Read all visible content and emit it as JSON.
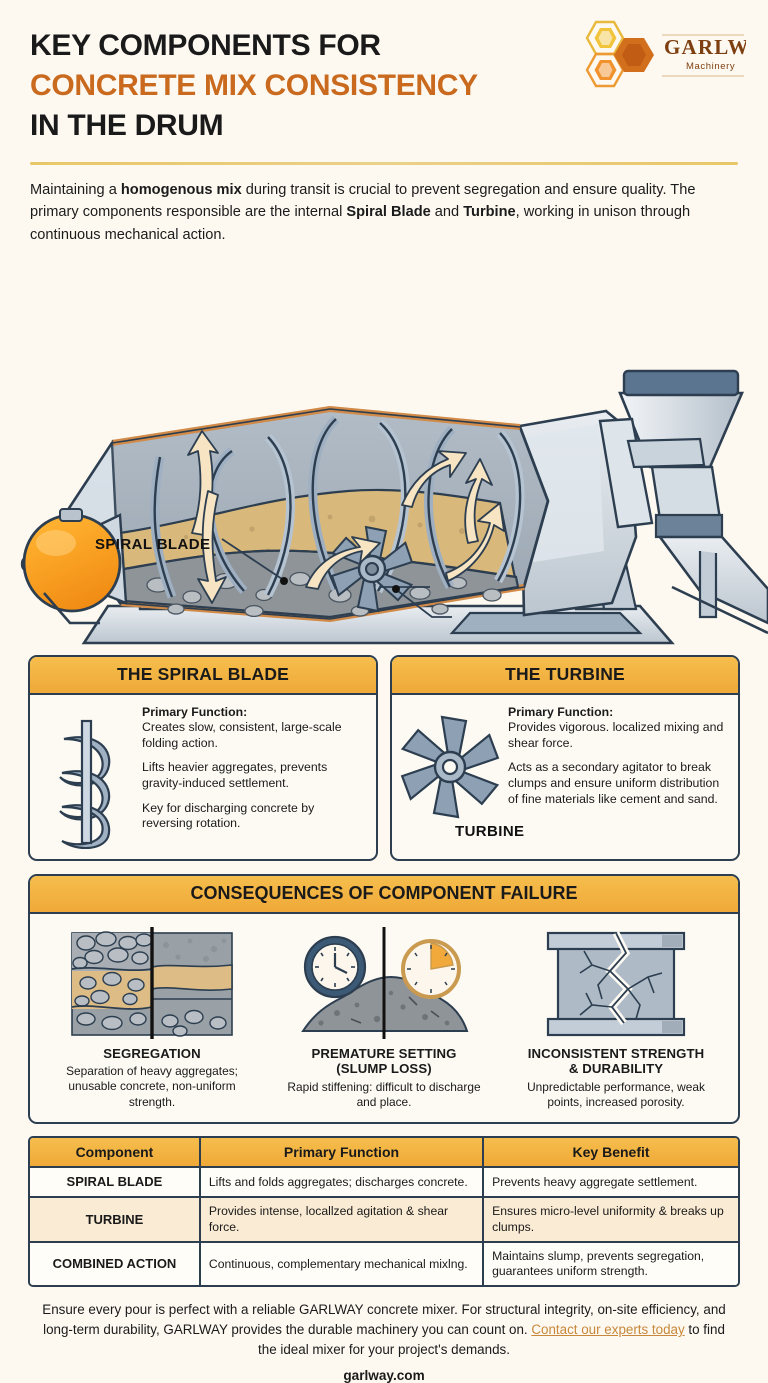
{
  "header": {
    "title_line1": "KEY COMPONENTS FOR",
    "title_line2": "CONCRETE MIX CONSISTENCY",
    "title_line3": "IN THE DRUM",
    "logo_name": "GARLWAY",
    "logo_sub": "Machinery",
    "accent_color": "#C96A1E"
  },
  "intro": {
    "p1_a": "Maintaining a ",
    "p1_b": "homogenous mix",
    "p1_c": " during transit is crucial to prevent segregation and ensure quality. The primary components responsible are the internal ",
    "p1_d": "Spiral Blade",
    "p1_e": " and ",
    "p1_f": "Turbine",
    "p1_g": ", working in unison through continuous mechanical action."
  },
  "illustration": {
    "callout_spiral": "SPIRAL BLADE",
    "callout_turbine": "TURBINE"
  },
  "cards": [
    {
      "title": "THE SPIRAL BLADE",
      "icon": "spiral-blade-icon",
      "pf_label": "Primary Function:",
      "pf_text": "Creates slow, consistent, large-scale folding action.",
      "para2": "Lifts heavier aggregates, prevents gravity-induced settlement.",
      "para3": "Key for discharging concrete by reversing rotation."
    },
    {
      "title": "THE TURBINE",
      "icon": "turbine-icon",
      "pf_label": "Primary Function:",
      "pf_text": "Provides vigorous. localized mixing and shear force.",
      "para2": "Acts as a secondary agitator to break clumps and ensure uniform distribution of fine materials like cement and sand.",
      "para3": ""
    }
  ],
  "consequences": {
    "title": "CONSEQUENCES OF COMPONENT FAILURE",
    "items": [
      {
        "icon": "segregation-layers-icon",
        "title": "SEGREGATION",
        "desc": "Separation of heavy aggregates; unusable concrete, non-uniform strength."
      },
      {
        "icon": "clock-slump-icon",
        "title_l1": "PREMATURE SETTING",
        "title_l2": "(SLUMP LOSS)",
        "desc": "Rapid stiffening: difficult to discharge and place."
      },
      {
        "icon": "cracked-column-icon",
        "title_l1": "INCONSISTENT STRENGTH",
        "title_l2": "& DURABILITY",
        "desc": "Unpredictable performance, weak points, increased porosity."
      }
    ]
  },
  "table": {
    "headers": [
      "Component",
      "Primary Function",
      "Key Benefit"
    ],
    "rows": [
      {
        "component": "SPIRAL BLADE",
        "function": "Lifts and folds aggregates; discharges concrete.",
        "benefit": "Prevents heavy aggregate settlement."
      },
      {
        "component": "TURBINE",
        "function": "Provides intense, locallzed agitation & shear force.",
        "benefit": "Ensures micro-level uniformity & breaks up clumps."
      },
      {
        "component": "COMBINED ACTION",
        "function": "Continuous, complementary mechanical mixlng.",
        "benefit": "Maintains slump, prevents segregation, guarantees uniform strength."
      }
    ]
  },
  "footer": {
    "line_a": "Ensure every pour is perfect with a reliable GARLWAY concrete mixer. For structural integrity, on-site efficiency, and long-term durability, GARLWAY provides the durable machinery you can count on. ",
    "link": "Contact our experts today",
    "line_b": " to find the ideal mixer for your project's demands.",
    "domain": "garlway.com"
  },
  "colors": {
    "header_orange": "#EFA938",
    "brand_orange": "#C96A1E",
    "outline": "#2c3e50",
    "background": "#fdf9f1",
    "link": "#C8873A"
  }
}
